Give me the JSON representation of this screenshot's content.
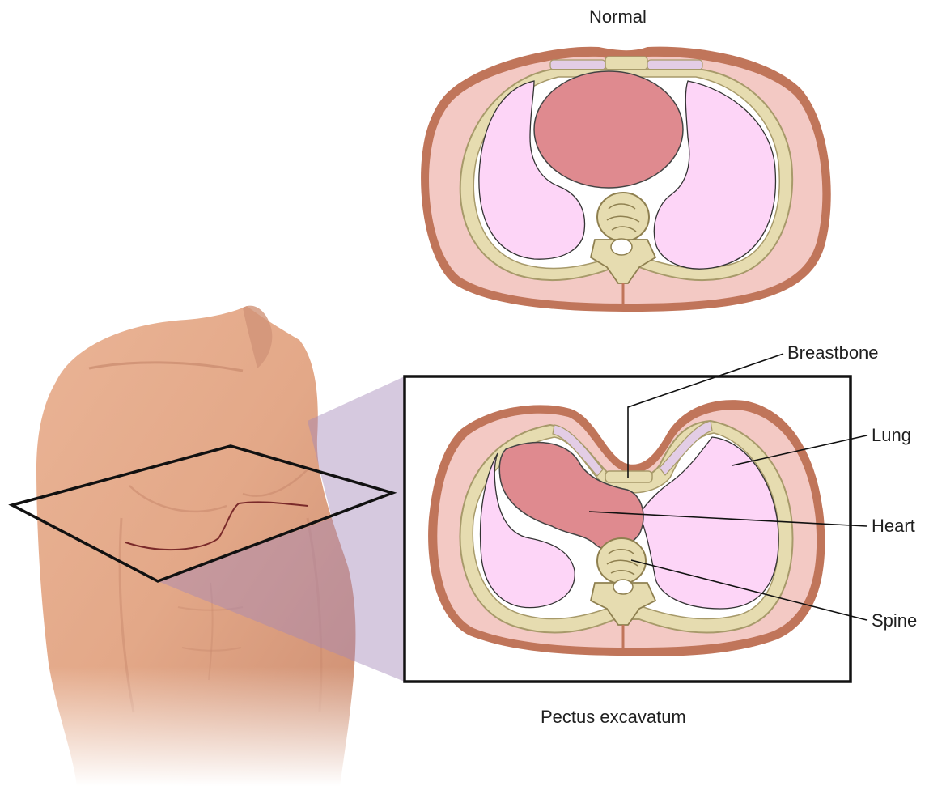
{
  "labels": {
    "normal": "Normal",
    "pectus": "Pectus excavatum",
    "breastbone": "Breastbone",
    "lung": "Lung",
    "heart": "Heart",
    "spine": "Spine"
  },
  "colors": {
    "skin_outline": "#c0755a",
    "muscle": "#f3c9c4",
    "rib": "#e6dcb0",
    "lung": "#fdd5f7",
    "heart": "#df8a8f",
    "cartilage": "#e3cde6",
    "projection": "#a588b7",
    "torso_skin": "#e3a888"
  }
}
